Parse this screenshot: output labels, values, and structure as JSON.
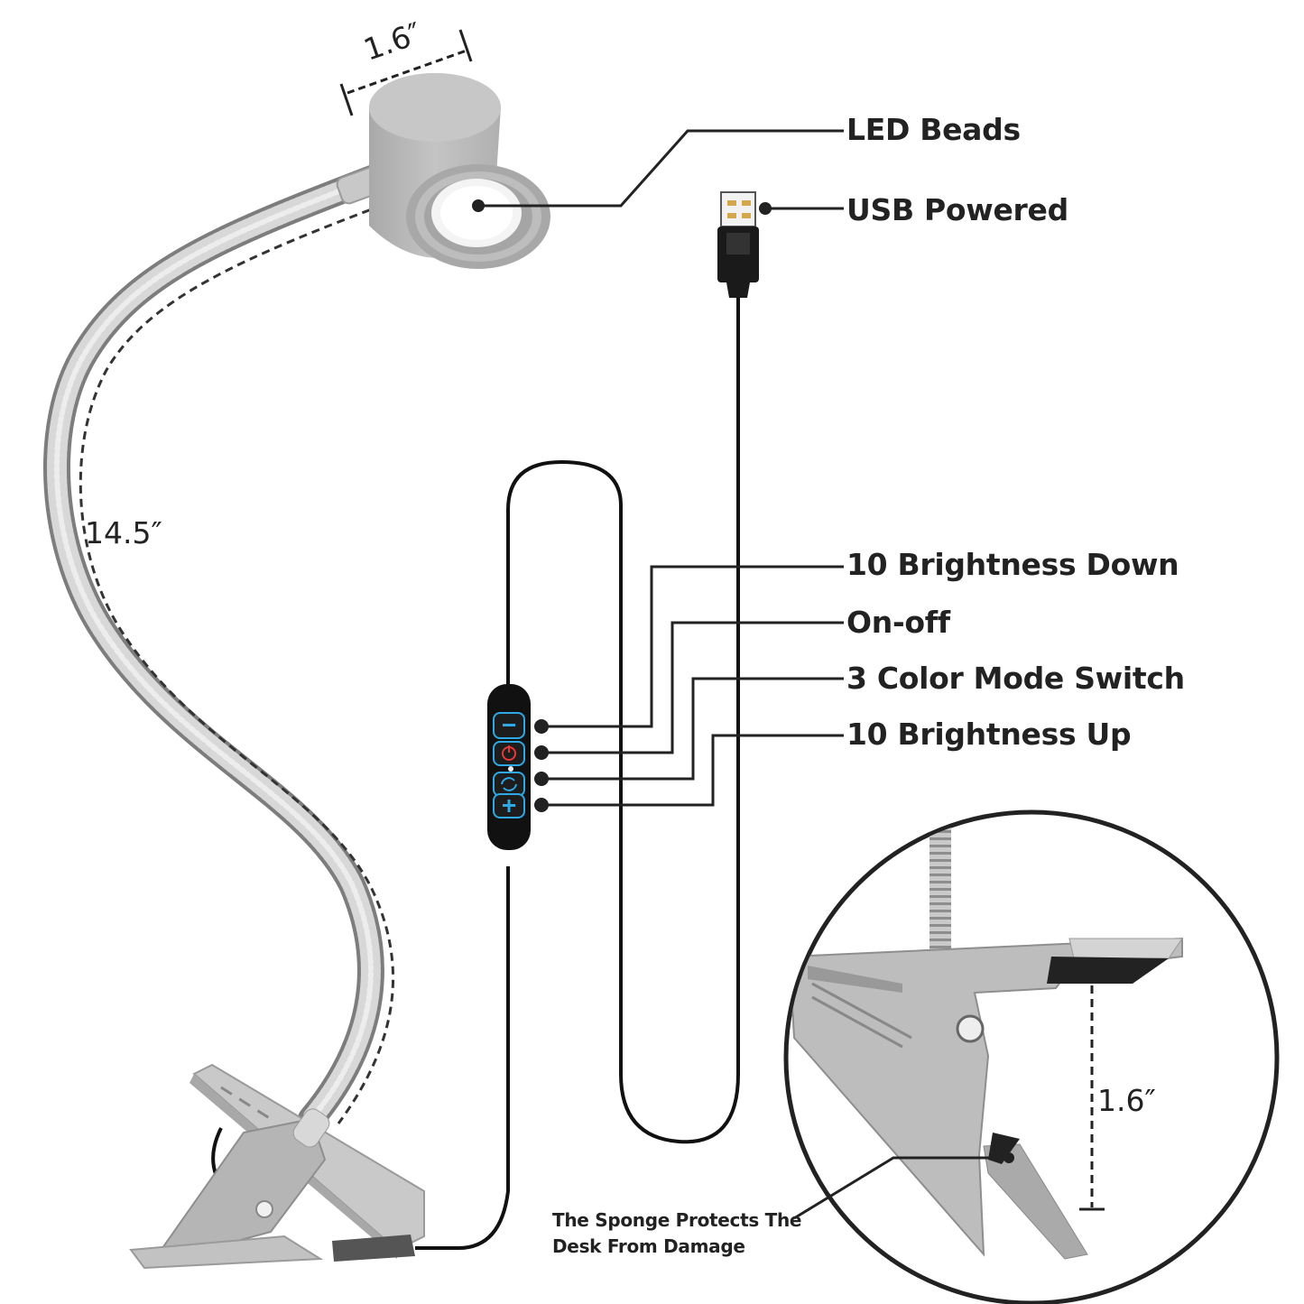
{
  "callouts": {
    "led_beads": "LED Beads",
    "usb_powered": "USB Powered",
    "brightness_down": "10 Brightness Down",
    "on_off": "On-off",
    "color_mode": "3 Color Mode Switch",
    "brightness_up": "10 Brightness Up"
  },
  "dimensions": {
    "head_width": "1.6″",
    "gooseneck_length": "14.5″",
    "clamp_opening": "1.6″"
  },
  "note": {
    "line1": "The Sponge Protects The",
    "line2": "Desk From Damage"
  },
  "icons": [
    "minus-icon",
    "power-icon",
    "cycle-icon",
    "plus-icon"
  ],
  "colors": {
    "ink": "#222222",
    "lamp_silver": "#b5b5b5",
    "cable": "#111111",
    "button_blue": "#2fa8e6",
    "power_red": "#e53935"
  }
}
